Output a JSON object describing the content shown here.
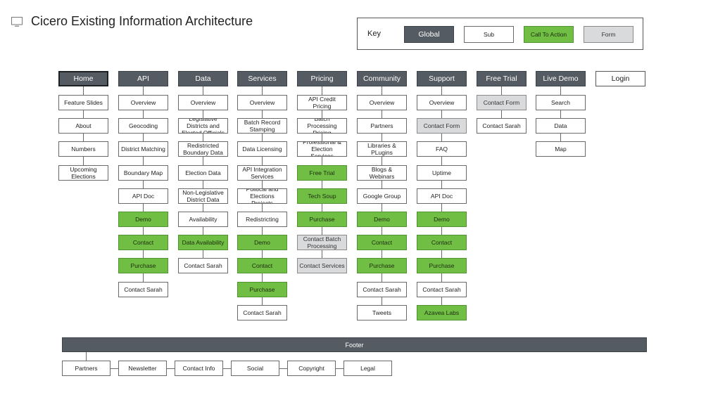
{
  "header": {
    "title": "Cicero Existing Information Architecture"
  },
  "key": {
    "label": "Key",
    "items": [
      {
        "label": "Global",
        "kind": "global"
      },
      {
        "label": "Sub",
        "kind": "sub"
      },
      {
        "label": "Call To Action",
        "kind": "cta"
      },
      {
        "label": "Form",
        "kind": "form"
      }
    ]
  },
  "colors": {
    "global": "#545b62",
    "cta": "#70bf44",
    "form": "#d9dadb",
    "sub": "#ffffff"
  },
  "columns": [
    {
      "label": "Home",
      "kind": "global",
      "items": [
        {
          "label": "Feature Slides",
          "kind": "sub"
        },
        {
          "label": "About",
          "kind": "sub"
        },
        {
          "label": "Numbers",
          "kind": "sub"
        },
        {
          "label": "Upcoming Elections",
          "kind": "sub"
        }
      ]
    },
    {
      "label": "API",
      "kind": "global",
      "items": [
        {
          "label": "Overview",
          "kind": "sub"
        },
        {
          "label": "Geocoding",
          "kind": "sub"
        },
        {
          "label": "District Matching",
          "kind": "sub"
        },
        {
          "label": "Boundary Map",
          "kind": "sub"
        },
        {
          "label": "API Doc",
          "kind": "sub"
        },
        {
          "label": "Demo",
          "kind": "cta"
        },
        {
          "label": "Contact",
          "kind": "cta"
        },
        {
          "label": "Purchase",
          "kind": "cta"
        },
        {
          "label": "Contact Sarah",
          "kind": "sub"
        }
      ]
    },
    {
      "label": "Data",
      "kind": "global",
      "items": [
        {
          "label": "Overview",
          "kind": "sub"
        },
        {
          "label": "Legislative Districts and Elected Officials",
          "kind": "sub"
        },
        {
          "label": "Redistricted Boundary Data",
          "kind": "sub"
        },
        {
          "label": "Election Data",
          "kind": "sub"
        },
        {
          "label": "Non-Legislative District Data",
          "kind": "sub"
        },
        {
          "label": "Availability",
          "kind": "sub"
        },
        {
          "label": "Data Availability",
          "kind": "cta"
        },
        {
          "label": "Contact Sarah",
          "kind": "sub"
        }
      ]
    },
    {
      "label": "Services",
      "kind": "global",
      "items": [
        {
          "label": "Overview",
          "kind": "sub"
        },
        {
          "label": "Batch Record Stamping",
          "kind": "sub"
        },
        {
          "label": "Data Licensing",
          "kind": "sub"
        },
        {
          "label": "API Integration Services",
          "kind": "sub"
        },
        {
          "label": "Political and Elections Projects",
          "kind": "sub"
        },
        {
          "label": "Redistricting",
          "kind": "sub"
        },
        {
          "label": "Demo",
          "kind": "cta"
        },
        {
          "label": "Contact",
          "kind": "cta"
        },
        {
          "label": "Purchase",
          "kind": "cta"
        },
        {
          "label": "Contact Sarah",
          "kind": "sub"
        }
      ]
    },
    {
      "label": "Pricing",
      "kind": "global",
      "items": [
        {
          "label": "API Credit Pricing",
          "kind": "sub"
        },
        {
          "label": "Batch Processing Pricing",
          "kind": "sub"
        },
        {
          "label": "Professional & Election Services",
          "kind": "sub"
        },
        {
          "label": "Free Trial",
          "kind": "cta"
        },
        {
          "label": "Tech Soup",
          "kind": "cta"
        },
        {
          "label": "Purchase",
          "kind": "cta"
        },
        {
          "label": "Contact Batch Processing",
          "kind": "form"
        },
        {
          "label": "Contact Services",
          "kind": "form"
        }
      ]
    },
    {
      "label": "Community",
      "kind": "global",
      "items": [
        {
          "label": "Overview",
          "kind": "sub"
        },
        {
          "label": "Partners",
          "kind": "sub"
        },
        {
          "label": "Libraries & PLugins",
          "kind": "sub"
        },
        {
          "label": "Blogs & Webinars",
          "kind": "sub"
        },
        {
          "label": "Google Group",
          "kind": "sub"
        },
        {
          "label": "Demo",
          "kind": "cta"
        },
        {
          "label": "Contact",
          "kind": "cta"
        },
        {
          "label": "Purchase",
          "kind": "cta"
        },
        {
          "label": "Contact Sarah",
          "kind": "sub"
        },
        {
          "label": "Tweets",
          "kind": "sub"
        }
      ]
    },
    {
      "label": "Support",
      "kind": "global",
      "items": [
        {
          "label": "Overview",
          "kind": "sub"
        },
        {
          "label": "Contact Form",
          "kind": "form"
        },
        {
          "label": "FAQ",
          "kind": "sub"
        },
        {
          "label": "Uptime",
          "kind": "sub"
        },
        {
          "label": "API Doc",
          "kind": "sub"
        },
        {
          "label": "Demo",
          "kind": "cta"
        },
        {
          "label": "Contact",
          "kind": "cta"
        },
        {
          "label": "Purchase",
          "kind": "cta"
        },
        {
          "label": "Contact Sarah",
          "kind": "sub"
        },
        {
          "label": "Azavea Labs",
          "kind": "cta"
        }
      ]
    },
    {
      "label": "Free Trial",
      "kind": "global",
      "items": [
        {
          "label": "Contact Form",
          "kind": "form"
        },
        {
          "label": "Contact Sarah",
          "kind": "sub"
        }
      ]
    },
    {
      "label": "Live Demo",
      "kind": "global",
      "items": [
        {
          "label": "Search",
          "kind": "sub"
        },
        {
          "label": "Data",
          "kind": "sub"
        },
        {
          "label": "Map",
          "kind": "sub"
        }
      ]
    },
    {
      "label": "Login",
      "kind": "login",
      "items": []
    }
  ],
  "footer": {
    "label": "Footer",
    "items": [
      {
        "label": "Partners",
        "kind": "sub"
      },
      {
        "label": "Newsletter",
        "kind": "sub"
      },
      {
        "label": "Contact Info",
        "kind": "sub"
      },
      {
        "label": "Social",
        "kind": "sub"
      },
      {
        "label": "Copyright",
        "kind": "sub"
      },
      {
        "label": "Legal",
        "kind": "sub"
      }
    ]
  }
}
